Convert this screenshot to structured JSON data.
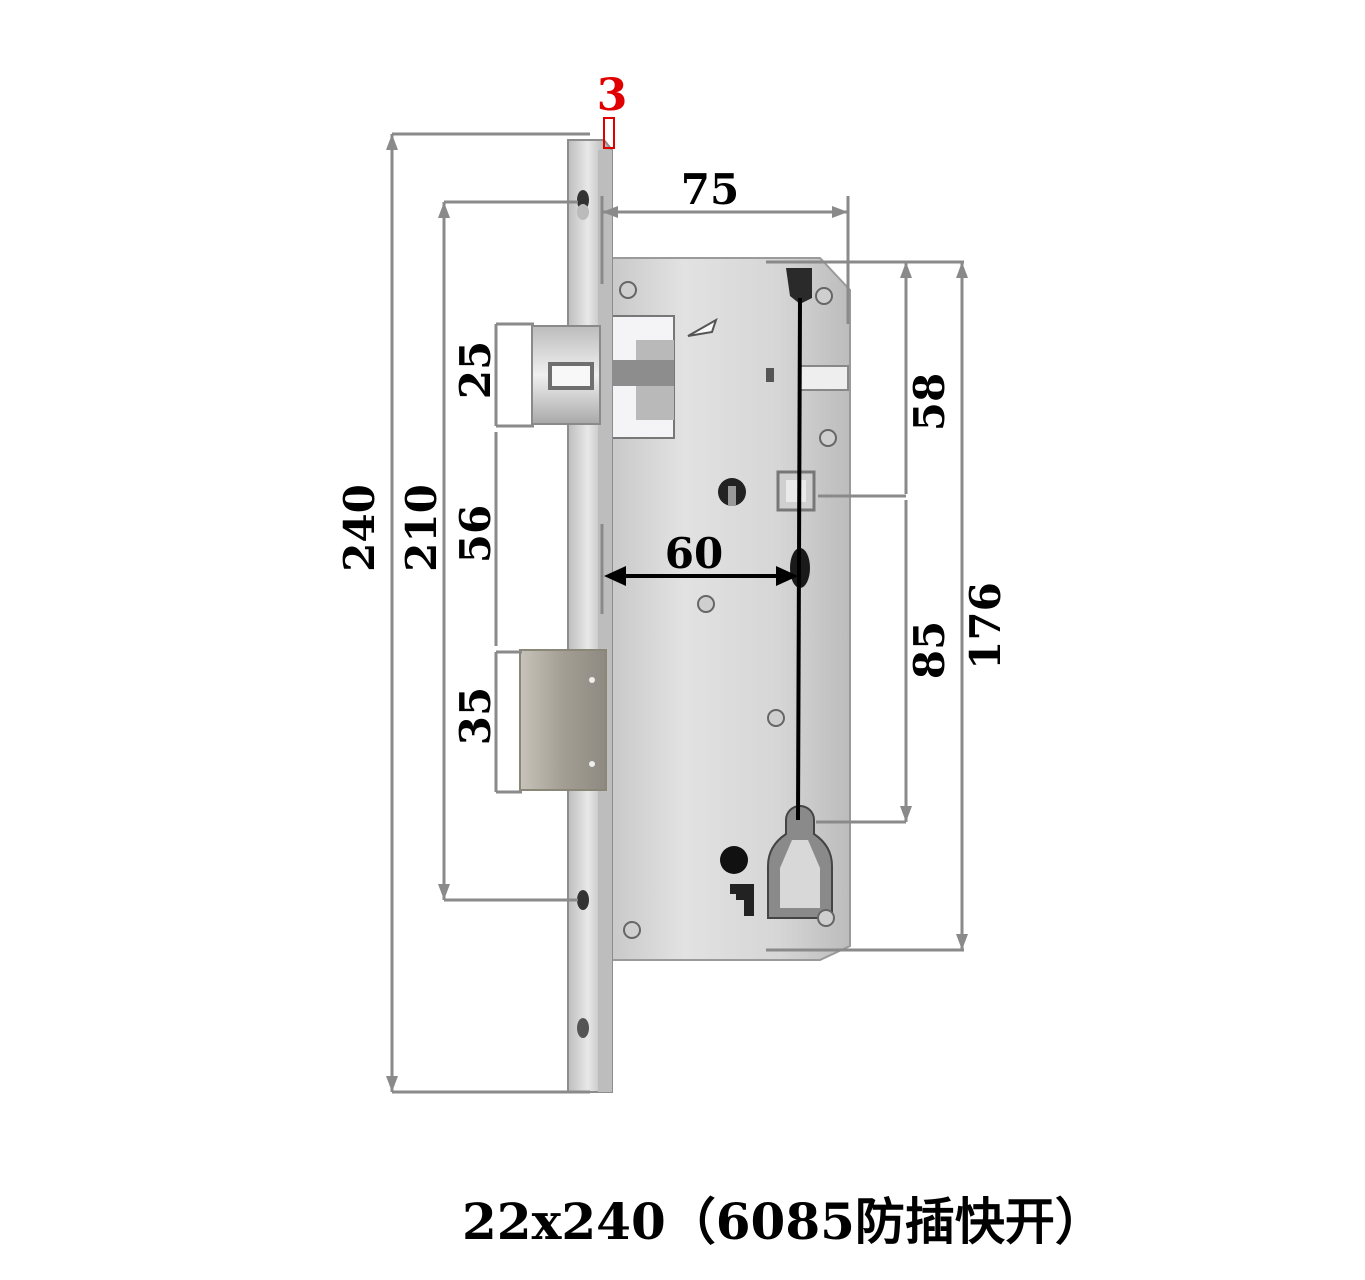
{
  "dimensions": {
    "faceplate_thickness": "3",
    "backset_case": "75",
    "total_length": "240",
    "screw_spacing": "210",
    "latch_height": "25",
    "latch_to_bolt": "56",
    "bolt_height": "35",
    "backset": "60",
    "upper_offset": "58",
    "center_distance": "85",
    "case_height": "176"
  },
  "caption": "22x240（6085防插快开）",
  "colors": {
    "dimension_line": "#8a8a8a",
    "steel_light": "#d9d9d9",
    "steel_dark": "#a9a9a9",
    "highlight": "#e00000",
    "center_line": "#000000"
  }
}
